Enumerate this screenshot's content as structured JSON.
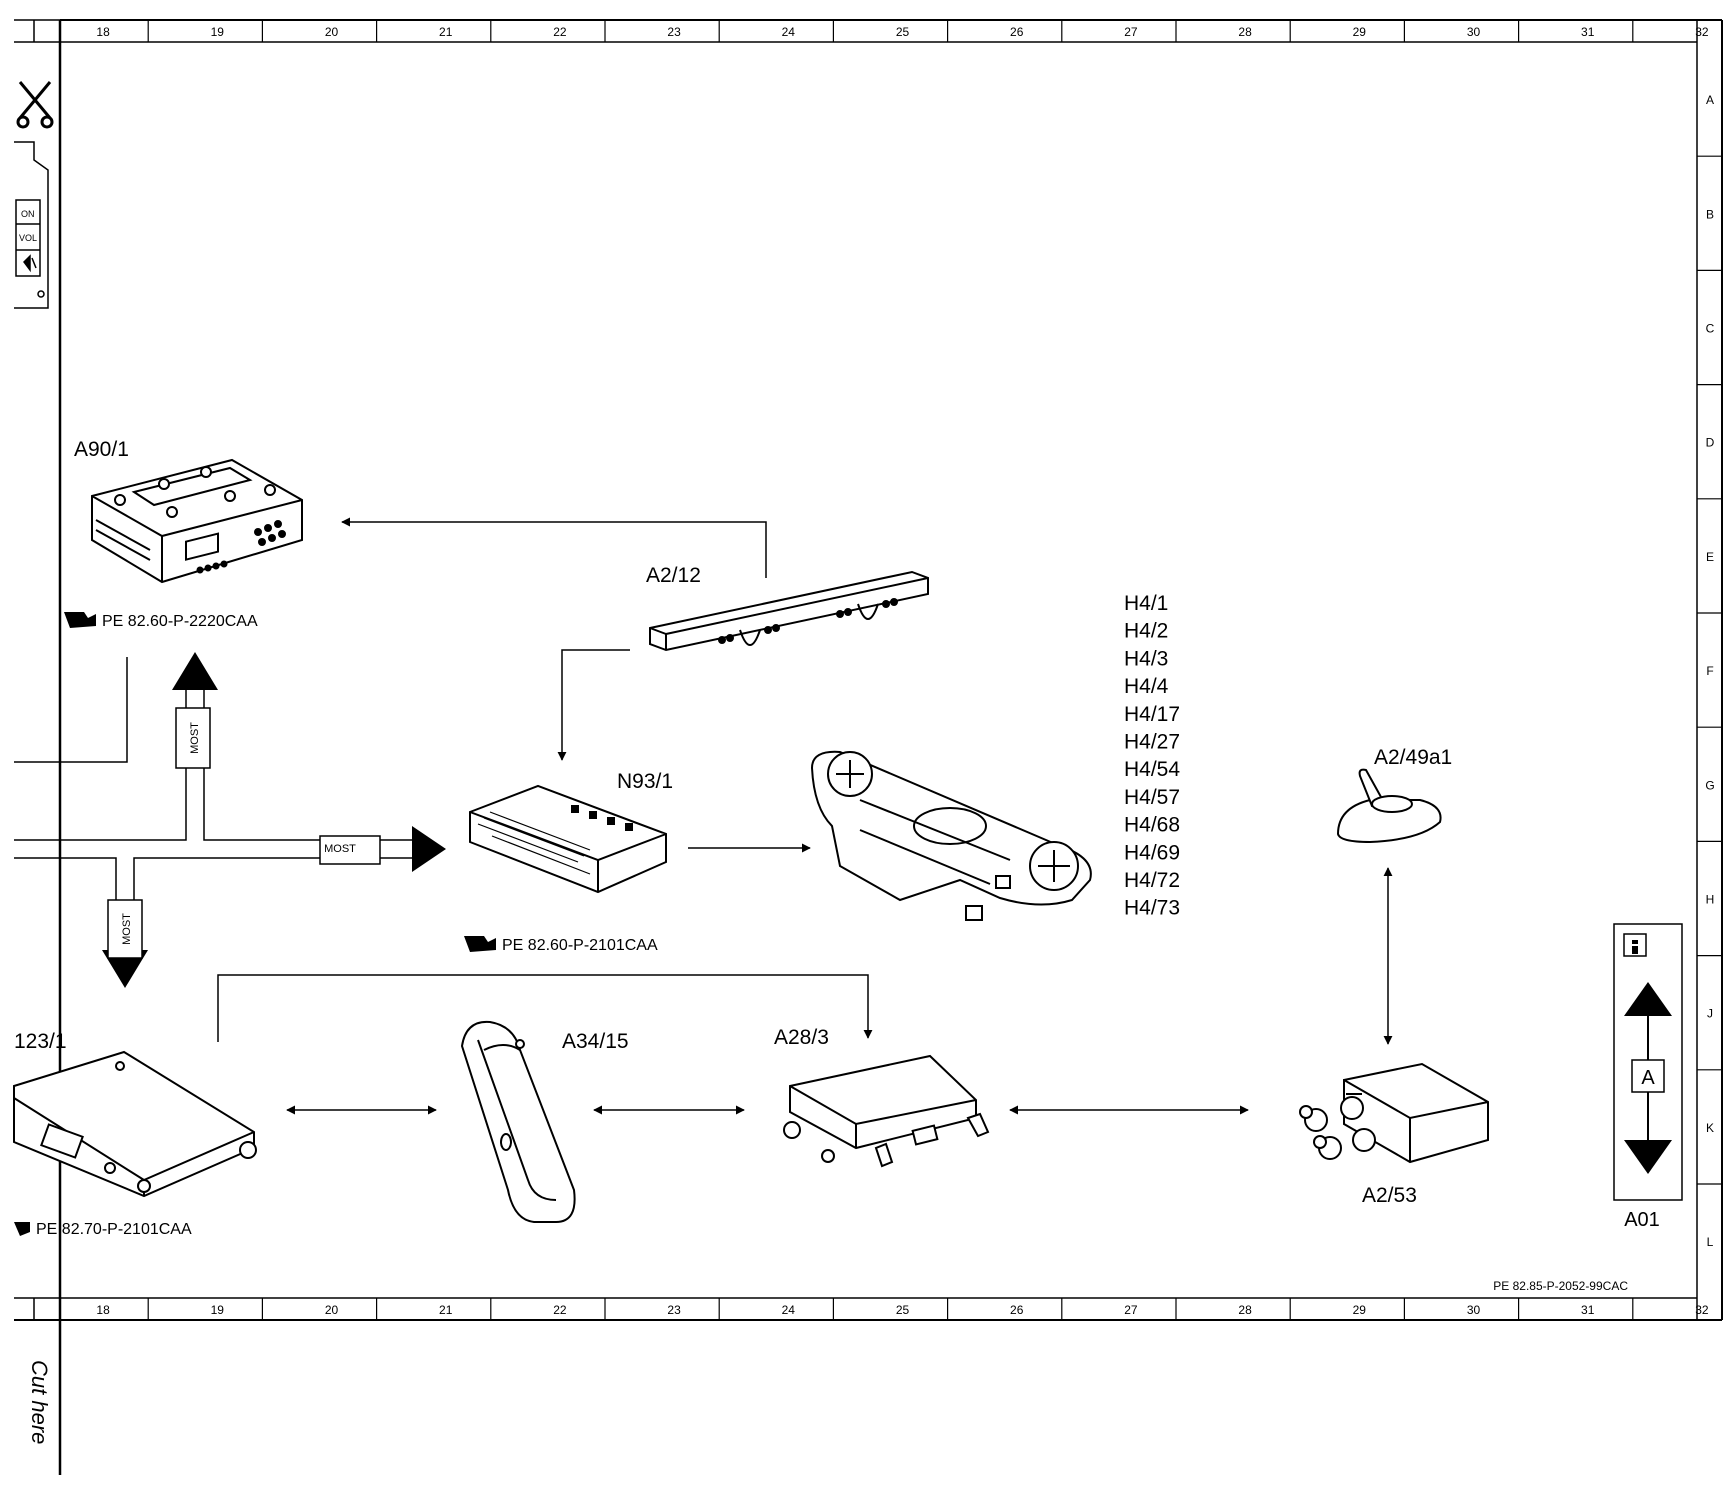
{
  "frame": {
    "columns": [
      "18",
      "19",
      "20",
      "21",
      "22",
      "23",
      "24",
      "25",
      "26",
      "27",
      "28",
      "29",
      "30",
      "31",
      "32"
    ],
    "rows": [
      "A",
      "B",
      "C",
      "D",
      "E",
      "F",
      "G",
      "H",
      "J",
      "K",
      "L"
    ]
  },
  "left_margin": {
    "cut_here": "Cut here",
    "panel_labels": [
      "ON",
      "VOL"
    ]
  },
  "components": {
    "a90_1": "A90/1",
    "a2_12": "A2/12",
    "n93_1": "N93/1",
    "a2_49a1": "A2/49a1",
    "a123_1": "123/1",
    "a34_15": "A34/15",
    "a28_3": "A28/3",
    "a2_53": "A2/53",
    "h4_group": [
      "H4/1",
      "H4/2",
      "H4/3",
      "H4/4",
      "H4/17",
      "H4/27",
      "H4/54",
      "H4/57",
      "H4/68",
      "H4/69",
      "H4/72",
      "H4/73"
    ]
  },
  "references": {
    "ref_a90": "PE 82.60-P-2220CAA",
    "ref_n93": "PE 82.60-P-2101CAA",
    "ref_a123": "PE 82.70-P-2101CAA"
  },
  "bus_labels": {
    "most_up": "MOST",
    "most_right": "MOST",
    "most_down": "MOST"
  },
  "info_box": {
    "letter": "A",
    "code": "A01"
  },
  "doc_code": "PE 82.85-P-2052-99CAC"
}
